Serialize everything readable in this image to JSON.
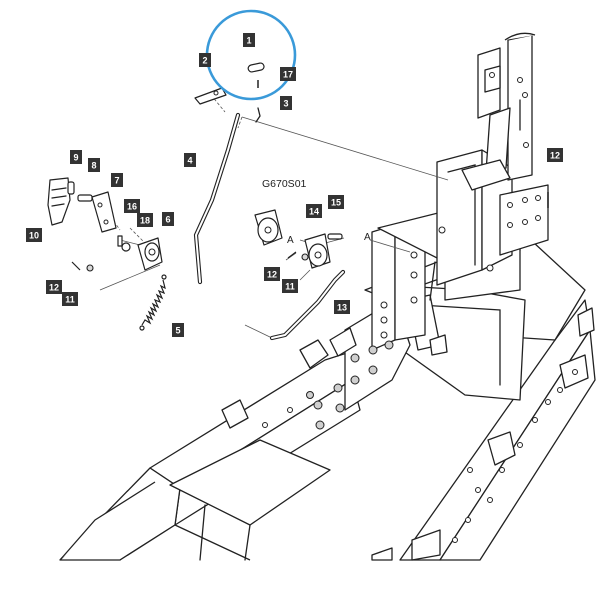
{
  "diagram": {
    "assembly_code": "G670S01",
    "section_marks": [
      "A",
      "A"
    ],
    "callouts": [
      "1",
      "2",
      "17",
      "3",
      "4",
      "9",
      "8",
      "7",
      "10",
      "16",
      "18",
      "6",
      "12",
      "11",
      "5",
      "14",
      "15",
      "12",
      "11",
      "13",
      "12"
    ],
    "highlighted_callout": "1",
    "colors": {
      "highlight_ring": "#3a9ad9",
      "callout_fill": "#333333",
      "callout_text": "#ffffff",
      "line_art": "#222222"
    }
  }
}
